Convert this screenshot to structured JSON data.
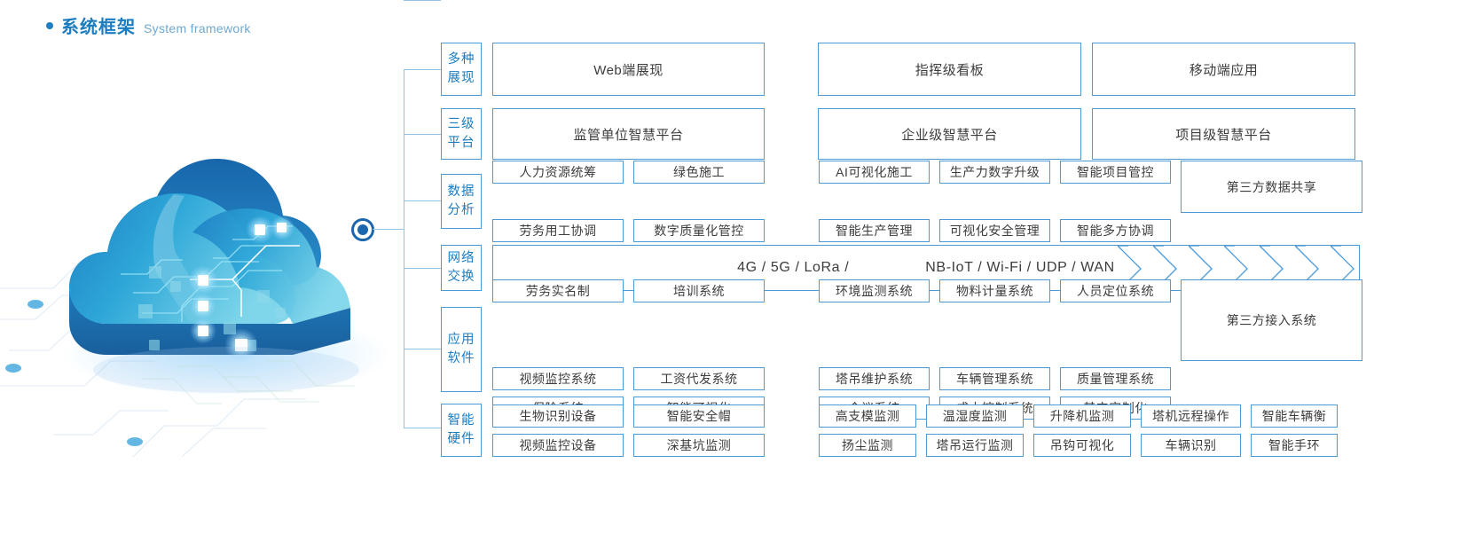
{
  "header": {
    "title_cn": "系统框架",
    "title_en": "System framework",
    "bullet_color": "#1e7fc2",
    "accent_color": "#1b7cc0",
    "border_color": "#4b9ad6"
  },
  "illustration": {
    "name": "cloud-computing-illustration",
    "hub_dot": "connection-node"
  },
  "rows": [
    {
      "key": "presentation",
      "label_line1": "多种",
      "label_line2": "展现",
      "items": [
        "Web端展现",
        "指挥级看板",
        "移动端应用"
      ]
    },
    {
      "key": "platform",
      "label_line1": "三级",
      "label_line2": "平台",
      "items": [
        "监管单位智慧平台",
        "企业级智慧平台",
        "项目级智慧平台"
      ]
    },
    {
      "key": "data-analysis",
      "label_line1": "数据",
      "label_line2": "分析",
      "left": [
        [
          "人力资源统筹",
          "绿色施工"
        ],
        [
          "劳务用工协调",
          "数字质量化管控"
        ]
      ],
      "mid": [
        [
          "AI可视化施工",
          "生产力数字升级",
          "智能项目管控"
        ],
        [
          "智能生产管理",
          "可视化安全管理",
          "智能多方协调"
        ]
      ],
      "right": "第三方数据共享"
    },
    {
      "key": "network",
      "label_line1": "网络",
      "label_line2": "交换",
      "text_left": "4G / 5G / LoRa /",
      "text_right": "NB-IoT / Wi-Fi / UDP / WAN",
      "chevron_count": 7
    },
    {
      "key": "application-software",
      "label_line1": "应用",
      "label_line2": "软件",
      "left": [
        [
          "劳务实名制",
          "培训系统"
        ],
        [
          "视频监控系统",
          "工资代发系统"
        ],
        [
          "保险系统",
          "智能可视化"
        ]
      ],
      "mid": [
        [
          "环境监测系统",
          "物料计量系统",
          "人员定位系统"
        ],
        [
          "塔吊维护系统",
          "车辆管理系统",
          "质量管理系统"
        ],
        [
          "会议系统",
          "成本控制系统",
          "其它定制化"
        ]
      ],
      "right": "第三方接入系统"
    },
    {
      "key": "smart-hardware",
      "label_line1": "智能",
      "label_line2": "硬件",
      "left": [
        [
          "生物识别设备",
          "智能安全帽"
        ],
        [
          "视频监控设备",
          "深基坑监测"
        ]
      ],
      "mid": [
        [
          "高支模监测",
          "温湿度监测",
          "升降机监测"
        ],
        [
          "扬尘监测",
          "塔吊运行监测",
          "吊钩可视化"
        ]
      ],
      "right": [
        [
          "塔机远程操作",
          "智能车辆衡"
        ],
        [
          "车辆识别",
          "智能手环"
        ]
      ]
    }
  ]
}
